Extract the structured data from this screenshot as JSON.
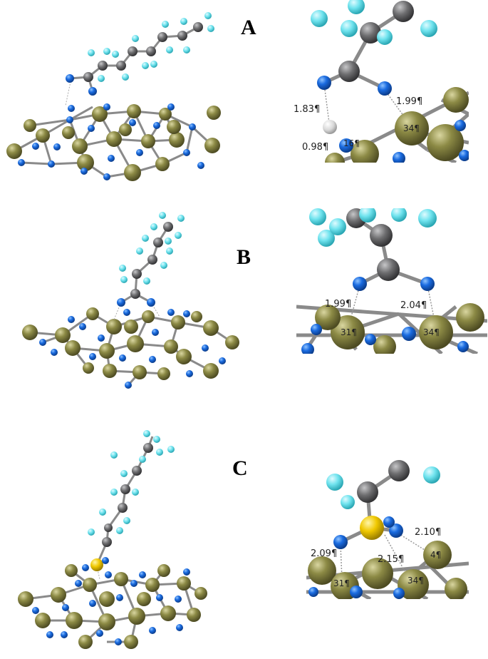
{
  "panels": [
    {
      "label": "A",
      "distances": [
        "1.83¶",
        "1.99¶",
        "0.98¶"
      ],
      "atom_ids": [
        "16¶",
        "34¶"
      ]
    },
    {
      "label": "B",
      "distances": [
        "1.99¶",
        "2.04¶"
      ],
      "atom_ids": [
        "31¶",
        "34¶"
      ]
    },
    {
      "label": "C",
      "distances": [
        "2.10¶",
        "2.09¶",
        "2.15¶"
      ],
      "atom_ids": [
        "4¶",
        "31¶",
        "34¶"
      ]
    }
  ],
  "colors": {
    "carbon": "#6e6e70",
    "fluorine": "#6fe3ee",
    "nitrogen": "#1a6be0",
    "metal": "#8c8a45",
    "sulfur": "#f0c800",
    "hydrogen": "#dcdcdc",
    "bond": "#8a8a8a"
  }
}
